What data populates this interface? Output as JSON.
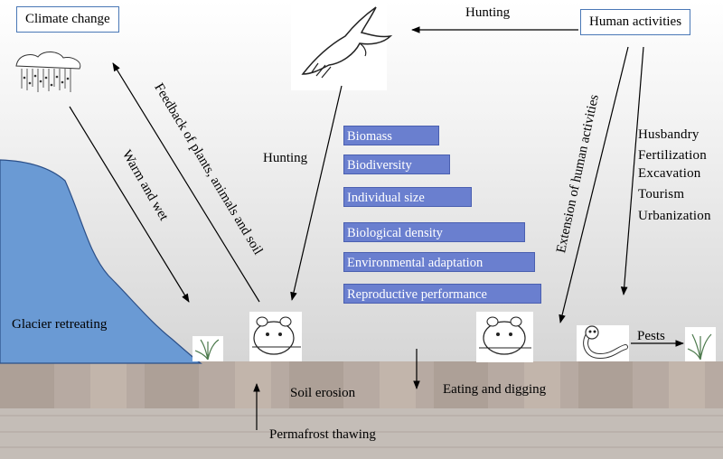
{
  "boxes": {
    "climate_change": "Climate change",
    "human_activities": "Human activities"
  },
  "labels": {
    "hunting_top": "Hunting",
    "hunting_left": "Hunting",
    "warm_and_wet": "Warm and wet",
    "feedback": "Feedback of plants, animals and soil",
    "extension": "Extension of human activities",
    "glacier": "Glacier retreating",
    "soil_erosion": "Soil erosion",
    "eating_digging": "Eating and digging",
    "permafrost": "Permafrost thawing",
    "pests": "Pests"
  },
  "impacts": [
    "Biomass",
    "Biodiversity",
    "Individual size",
    "Biological density",
    "Environmental adaptation",
    "Reproductive performance"
  ],
  "human_actions": [
    "Husbandry",
    "Fertilization",
    "Excavation",
    "Tourism",
    "Urbanization"
  ],
  "colors": {
    "bar": "#6a7fcf",
    "glacier": "#6a9ad4",
    "soil": "#b8aaa0",
    "box_border": "#4a78b6"
  },
  "icons": [
    "rain-cloud-icon",
    "eagle-icon",
    "pika-icon",
    "grass-icon",
    "worm-icon"
  ]
}
